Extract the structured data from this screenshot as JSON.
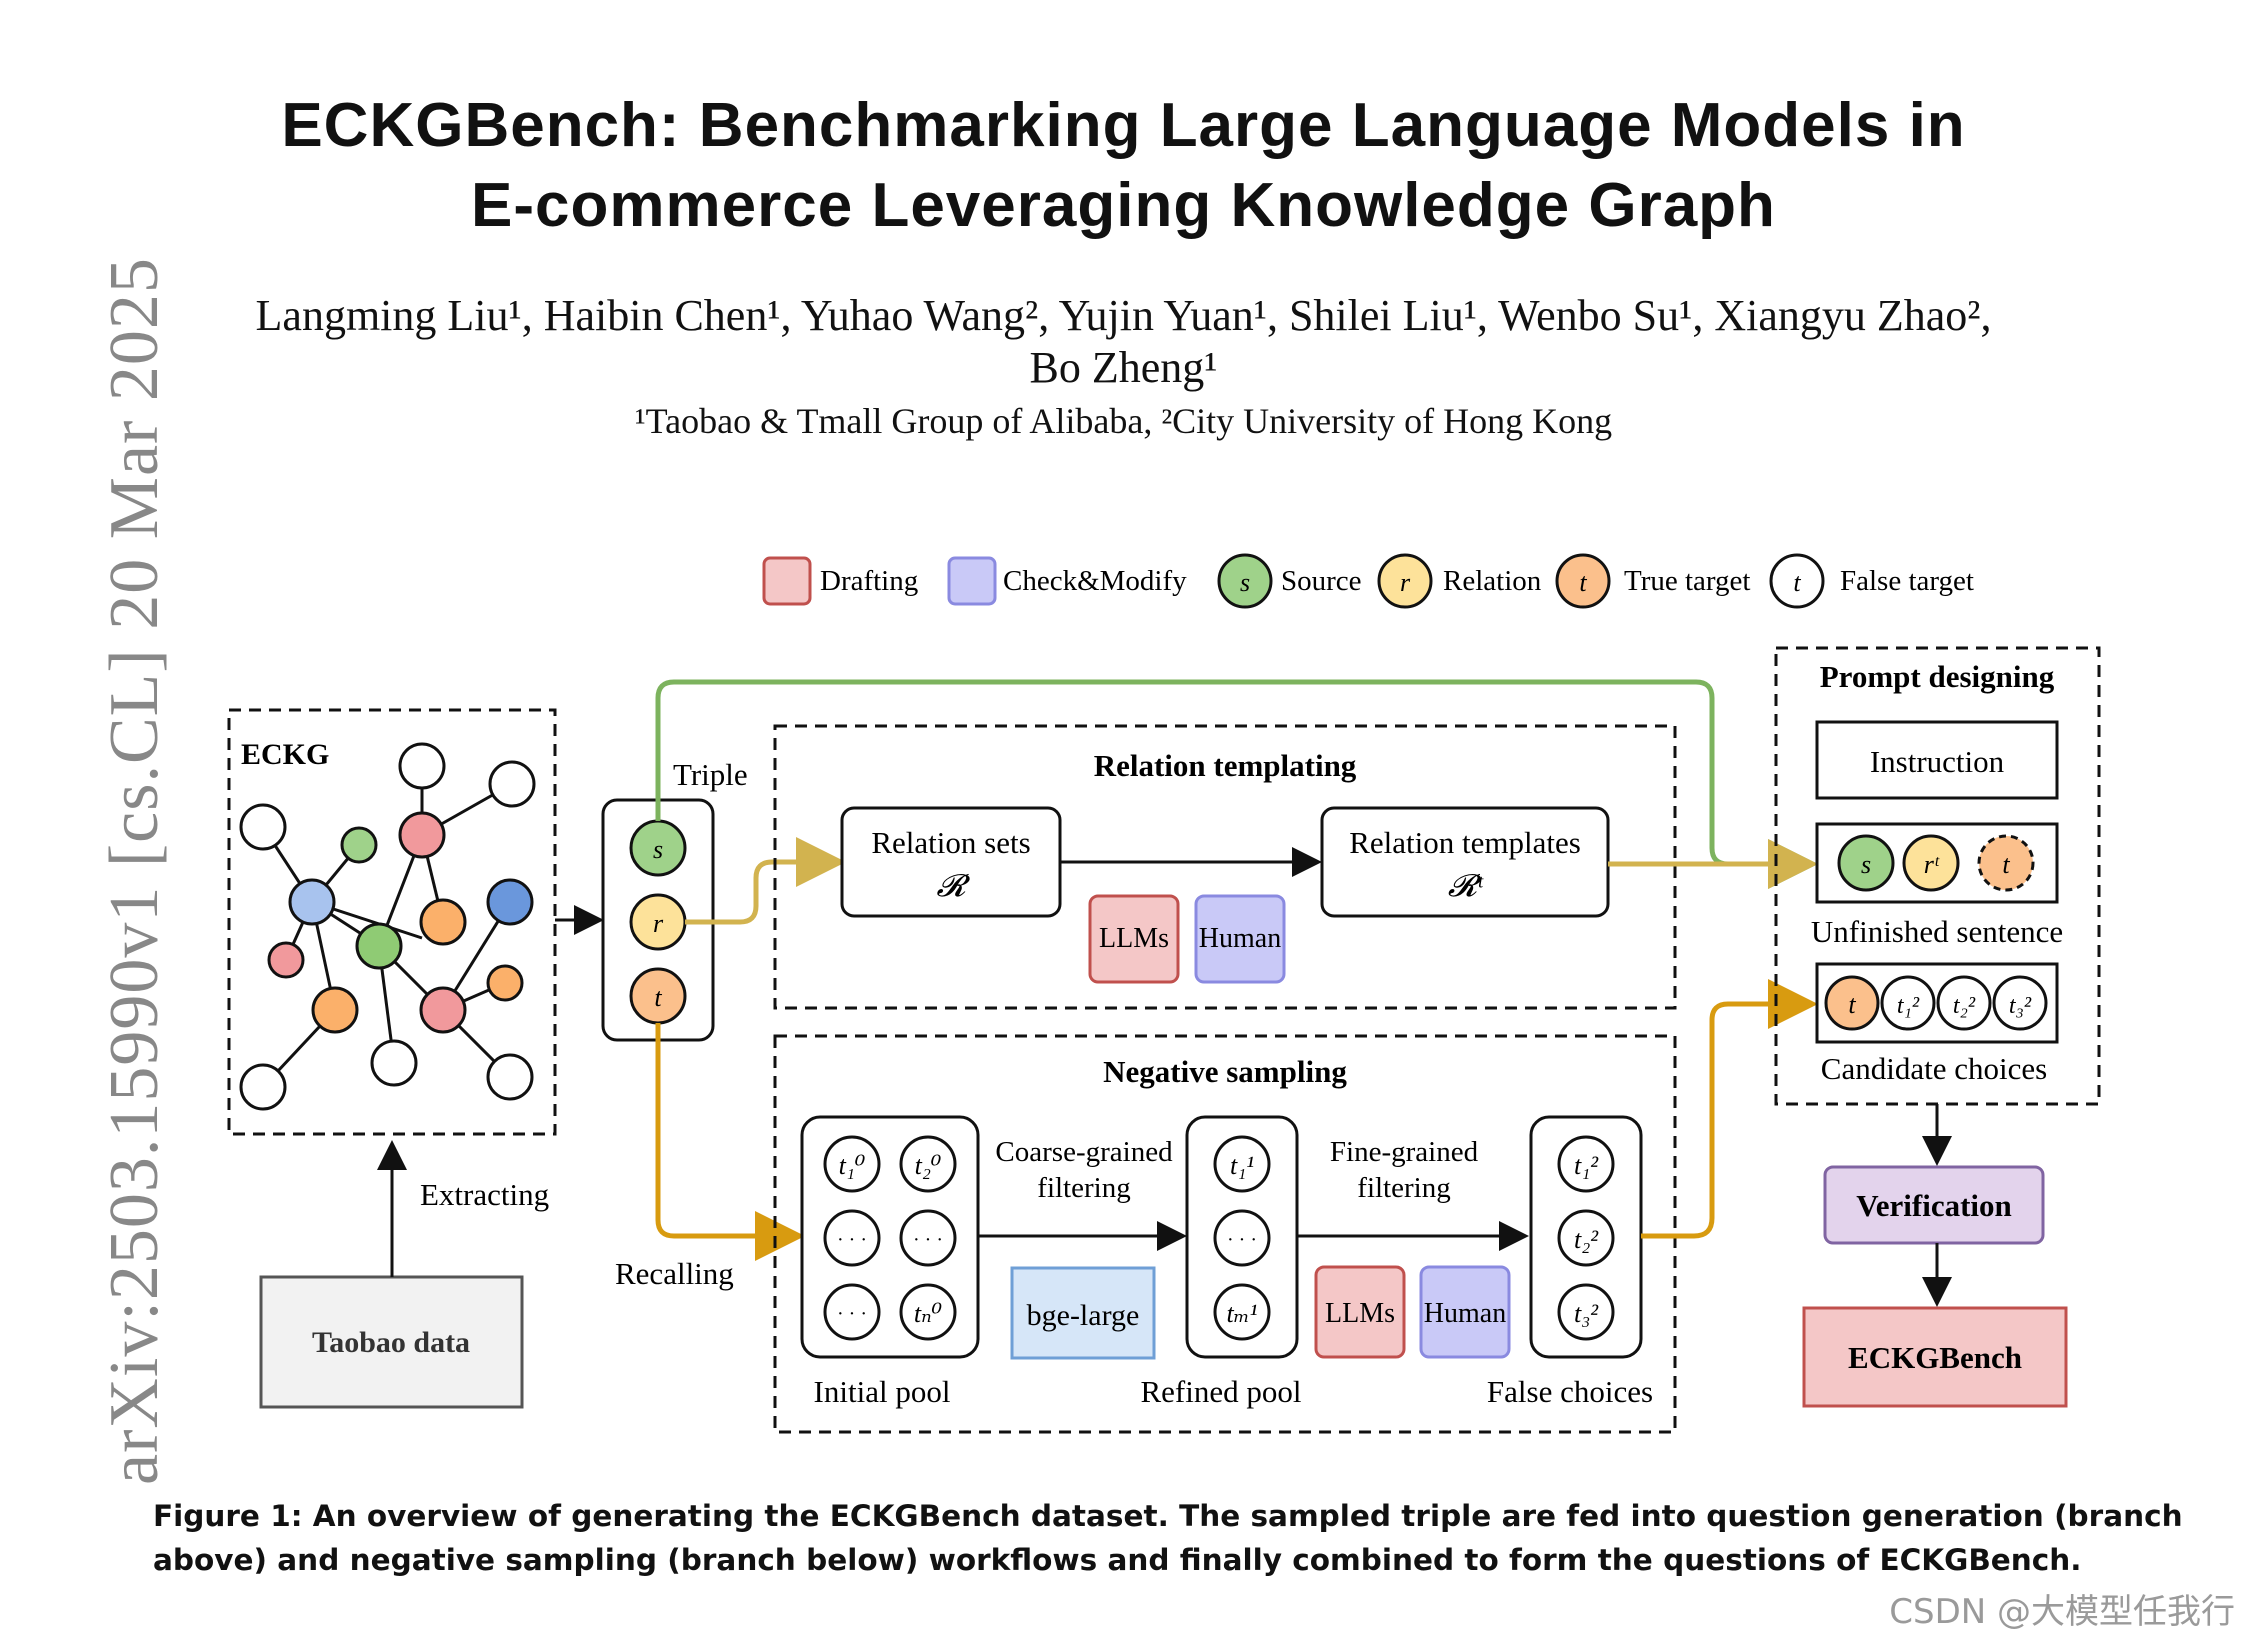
{
  "paper": {
    "title_line1": "ECKGBench: Benchmarking Large Language Models in",
    "title_line2": "E-commerce Leveraging Knowledge Graph",
    "authors_line1": "Langming Liu¹, Haibin Chen¹, Yuhao Wang², Yujin Yuan¹, Shilei Liu¹, Wenbo Su¹, Xiangyu Zhao²,",
    "authors_line2": "Bo Zheng¹",
    "affiliations": "¹Taobao & Tmall Group of Alibaba, ²City University of Hong Kong",
    "arxiv_id": "arXiv:2503.15990v1  [cs.CL]  20 Mar 2025"
  },
  "legend": {
    "drafting": "Drafting",
    "check_modify": "Check&Modify",
    "source": "Source",
    "relation": "Relation",
    "true_target": "True target",
    "false_target": "False target"
  },
  "glyphs": {
    "s": "s",
    "r": "r",
    "t": "t",
    "r_t": "rᵗ",
    "ellipsis": "· · ·",
    "t1_0": "t₁⁰",
    "t2_0": "t₂⁰",
    "tn_0": "tₙ⁰",
    "t1_1": "t₁¹",
    "tm_1": "tₘ¹",
    "t1_2": "t₁²",
    "t2_2": "t₂²",
    "t3_2": "t₃²",
    "R": "𝓡",
    "R_t": "𝓡ᵗ"
  },
  "diagram": {
    "eckg_label": "ECKG",
    "taobao_data": "Taobao data",
    "extracting": "Extracting",
    "triple": "Triple",
    "recalling": "Recalling",
    "relation_templating": "Relation templating",
    "relation_sets": "Relation sets",
    "relation_templates": "Relation templates",
    "llms": "LLMs",
    "human": "Human",
    "negative_sampling": "Negative sampling",
    "coarse_line1": "Coarse-grained",
    "coarse_line2": "filtering",
    "fine_line1": "Fine-grained",
    "fine_line2": "filtering",
    "bge_large": "bge-large",
    "initial_pool": "Initial pool",
    "refined_pool": "Refined pool",
    "false_choices": "False choices",
    "prompt_designing": "Prompt designing",
    "instruction": "Instruction",
    "unfinished_sentence": "Unfinished sentence",
    "candidate_choices": "Candidate choices",
    "verification": "Verification",
    "eckgbench": "ECKGBench"
  },
  "caption": {
    "line1": "Figure 1: An overview of generating the ECKGBench dataset. The sampled triple are fed into question generation (branch",
    "line2": "above) and negative sampling (branch below) workflows and finally combined to form the questions of ECKGBench."
  },
  "watermark": "CSDN @大模型任我行",
  "colors": {
    "drafting_fill": "#f4c7c7",
    "drafting_stroke": "#c0504d",
    "check_fill": "#c9c9f7",
    "check_stroke": "#8a8ae0",
    "source": "#9fd28a",
    "relation": "#fde29a",
    "true_target": "#fbc08c",
    "green_line": "#7db35e",
    "gold_line": "#d2b34f",
    "orange_line": "#d89b10",
    "verification_fill": "#e3d3ec",
    "verification_stroke": "#8064a2",
    "eckgbench_fill": "#f4c7c7",
    "bge_fill": "#d6e6f8",
    "bge_stroke": "#6f9fd6"
  }
}
